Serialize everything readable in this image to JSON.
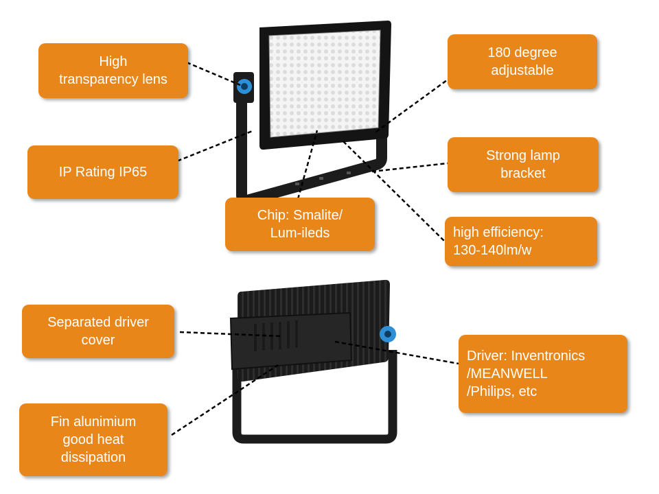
{
  "accent_color": "#e8861a",
  "callouts": {
    "lens": "High\ntransparency lens",
    "ip": "IP Rating IP65",
    "chip": "Chip: Smalite/\nLum-ileds",
    "adjustable": "180 degree\nadjustable",
    "bracket": "Strong lamp\nbracket",
    "efficiency": "high efficiency:\n130-140lm/w",
    "driver_cover": "Separated driver\ncover",
    "fin": "Fin alunimium\ngood heat\ndissipation",
    "driver": "Driver: Inventronics\n/MEANWELL\n/Philips, etc"
  }
}
